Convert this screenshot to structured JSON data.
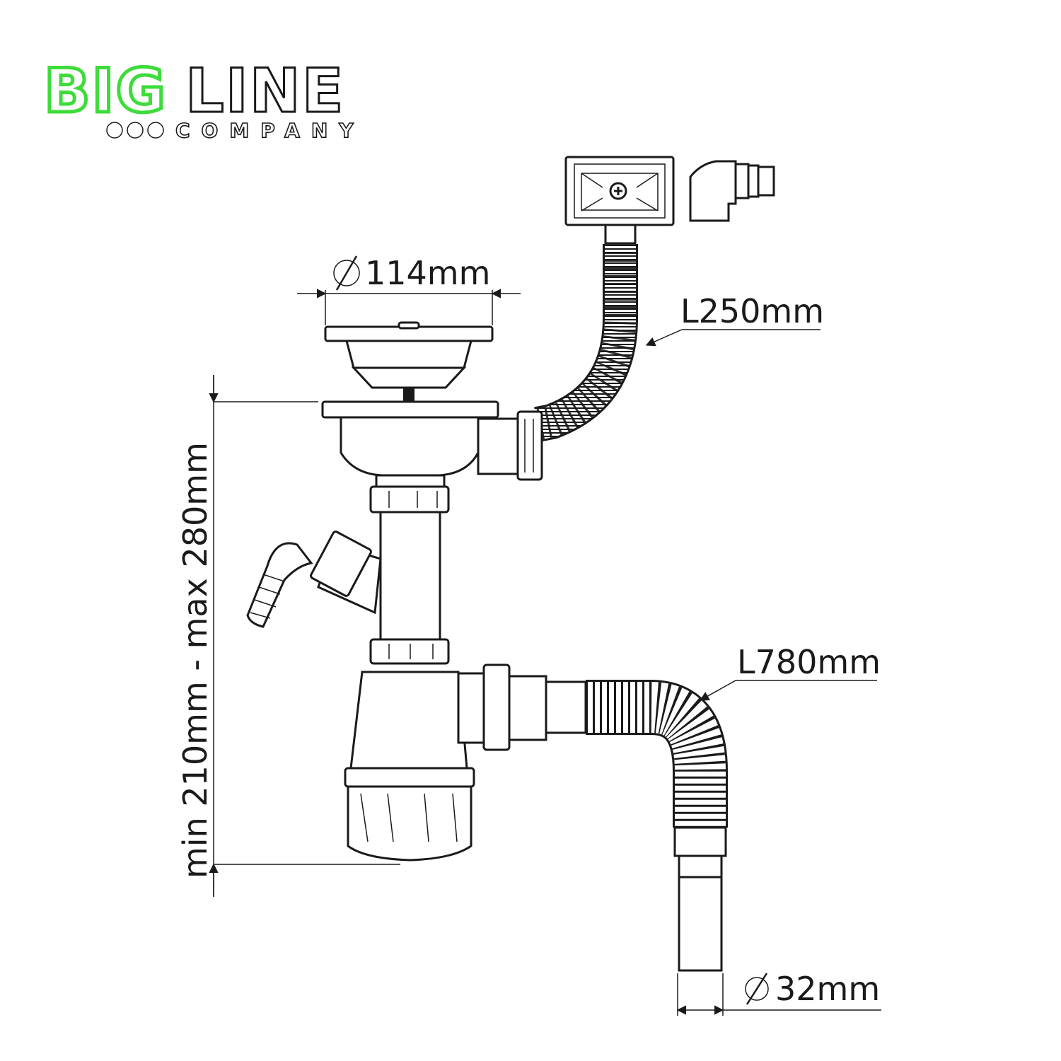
{
  "logo": {
    "brand_green": "BIG",
    "brand_white": "LINE",
    "tagline": "COMPANY",
    "colors": {
      "green": "#3ddc3a",
      "outline": "#1a1a1a"
    }
  },
  "dimensions": {
    "strainer_diameter": "114mm",
    "overflow_hose_length": "L250mm",
    "drain_hose_length": "L780mm",
    "outlet_diameter": "32mm",
    "height_range": "min 210mm - max 280mm"
  },
  "icons": {
    "diameter_symbol": "diameter-icon"
  }
}
